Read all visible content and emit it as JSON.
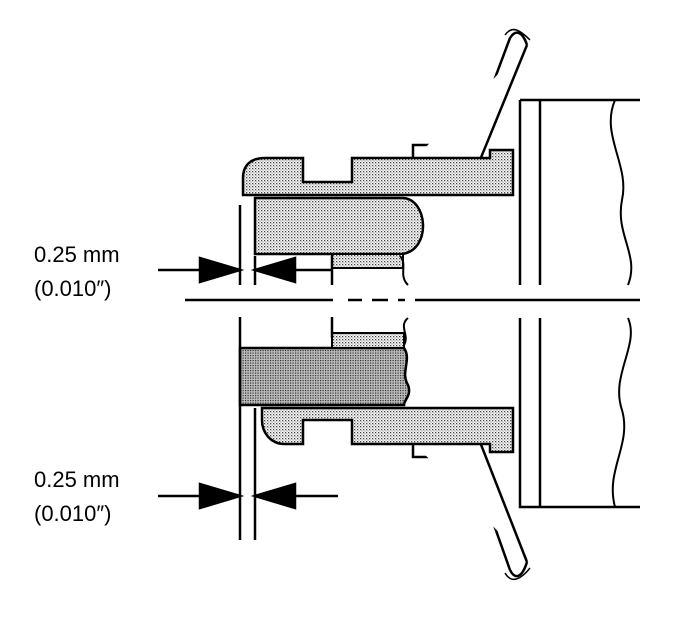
{
  "colors": {
    "stroke": "#000000",
    "shade": "#d0d0d0",
    "background": "#ffffff"
  },
  "dimensions": {
    "upper": {
      "metric": "0.25 mm",
      "imperial": "(0.010″)"
    },
    "lower": {
      "metric": "0.25 mm",
      "imperial": "(0.010″)"
    }
  }
}
